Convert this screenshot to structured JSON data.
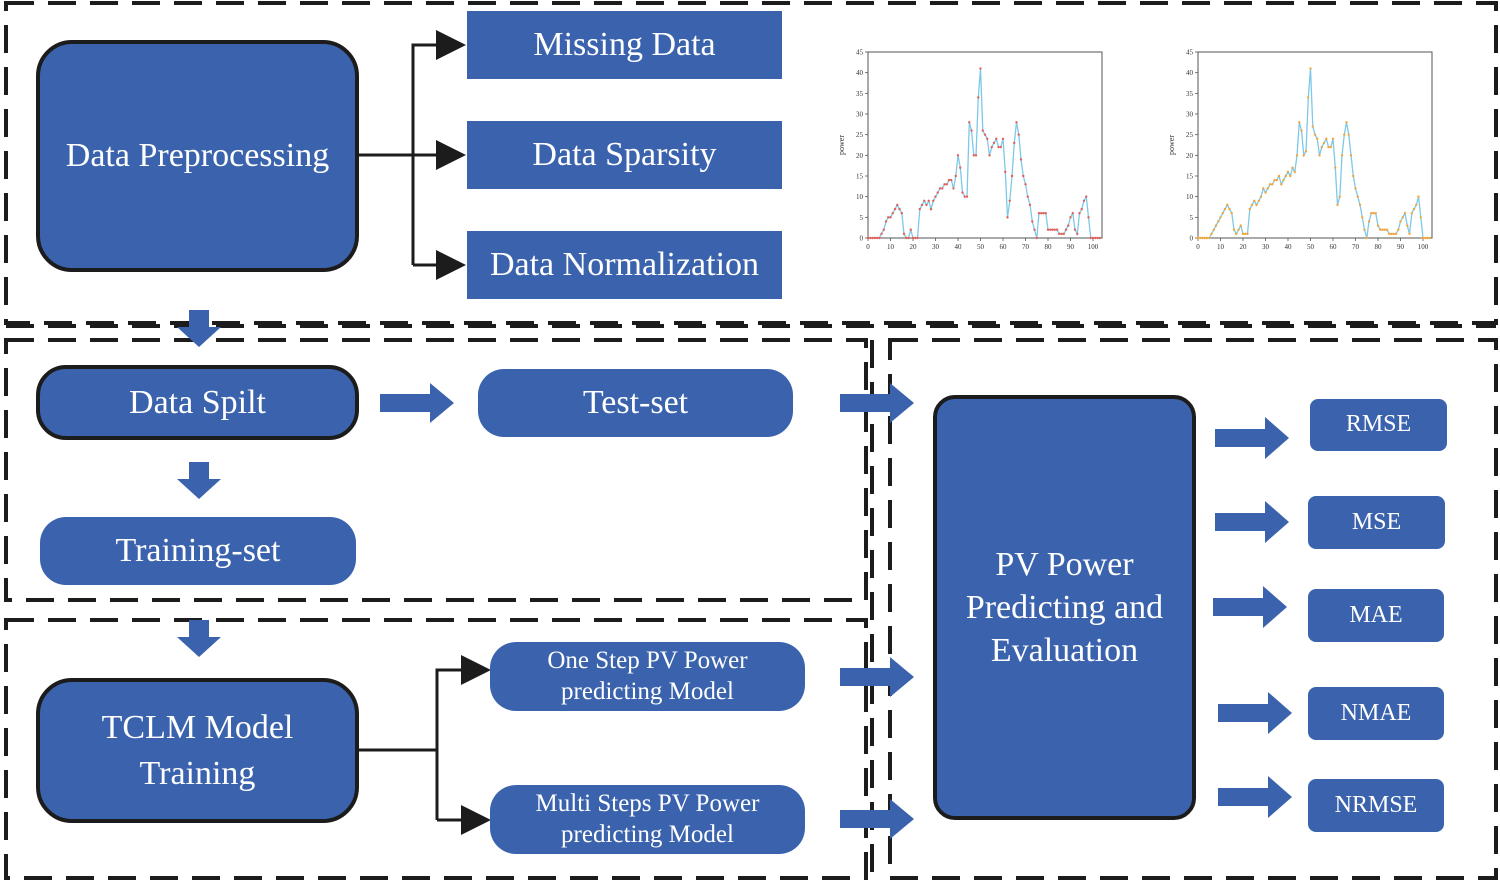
{
  "colors": {
    "box_fill": "#3b63ad",
    "outline": "#1c1c1c",
    "line_blue": "#7ec8e8",
    "marker_red": "#e0605a",
    "marker_orange": "#f2a53a"
  },
  "preprocessing": {
    "main_label": "Data Preprocessing",
    "steps": [
      "Missing Data",
      "Data Sparsity",
      "Data Normalization"
    ]
  },
  "split": {
    "label": "Data Spilt",
    "test": "Test-set",
    "train": "Training-set"
  },
  "training": {
    "label_line1": "TCLM Model",
    "label_line2": "Training",
    "models": [
      {
        "line1": "One Step PV Power",
        "line2": "predicting Model"
      },
      {
        "line1": "Multi Steps PV Power",
        "line2": "predicting Model"
      }
    ]
  },
  "evaluation": {
    "line1": "PV Power",
    "line2": "Predicting and",
    "line3": "Evaluation",
    "metrics": [
      "RMSE",
      "MSE",
      "MAE",
      "NMAE",
      "NRMSE"
    ]
  },
  "chart_data": [
    {
      "type": "line",
      "ylabel": "power",
      "xlim": [
        0,
        104
      ],
      "ylim": [
        0,
        45
      ],
      "xticks": [
        "0",
        "10",
        "20",
        "30",
        "40",
        "50",
        "60",
        "70",
        "80",
        "90",
        "100"
      ],
      "yticks": [
        "0",
        "5",
        "10",
        "15",
        "20",
        "25",
        "30",
        "35",
        "40",
        "45"
      ],
      "marker_color": "red",
      "x": [
        0,
        1,
        2,
        3,
        4,
        5,
        6,
        7,
        8,
        9,
        10,
        11,
        12,
        13,
        14,
        15,
        16,
        17,
        18,
        19,
        20,
        21,
        22,
        23,
        24,
        25,
        26,
        27,
        28,
        29,
        30,
        31,
        32,
        33,
        34,
        35,
        36,
        37,
        38,
        39,
        40,
        41,
        42,
        43,
        44,
        45,
        46,
        47,
        48,
        49,
        50,
        51,
        52,
        53,
        54,
        55,
        56,
        57,
        58,
        59,
        60,
        61,
        62,
        63,
        64,
        65,
        66,
        67,
        68,
        69,
        70,
        71,
        72,
        73,
        74,
        75,
        76,
        77,
        78,
        79,
        80,
        81,
        82,
        83,
        84,
        85,
        86,
        87,
        88,
        89,
        90,
        91,
        92,
        93,
        94,
        95,
        96,
        97,
        98,
        99,
        100,
        101,
        102,
        103
      ],
      "values": [
        0,
        0,
        0,
        0,
        0,
        0,
        1,
        2,
        4,
        5,
        5,
        6,
        7,
        8,
        7,
        6,
        1,
        0,
        0,
        2,
        0,
        0,
        0,
        7,
        8,
        9,
        8,
        9,
        7,
        9,
        10,
        11,
        12,
        12,
        13,
        13,
        14,
        14,
        12,
        15,
        20,
        17,
        11,
        10,
        10,
        28,
        26,
        20,
        20,
        34,
        41,
        26,
        25,
        24,
        20,
        22,
        23,
        24,
        22,
        22,
        24,
        16,
        5,
        9,
        15,
        23,
        28,
        25,
        19,
        15,
        13,
        10,
        8,
        4,
        2,
        0,
        6,
        6,
        6,
        6,
        2,
        2,
        2,
        2,
        2,
        1,
        1,
        1,
        2,
        3,
        5,
        6,
        2,
        1,
        6,
        7,
        9,
        10,
        5,
        0,
        0,
        0,
        0,
        0
      ]
    },
    {
      "type": "line",
      "ylabel": "power",
      "xlim": [
        0,
        104
      ],
      "ylim": [
        0,
        45
      ],
      "xticks": [
        "0",
        "10",
        "20",
        "30",
        "40",
        "50",
        "60",
        "70",
        "80",
        "90",
        "100"
      ],
      "yticks": [
        "0",
        "5",
        "10",
        "15",
        "20",
        "25",
        "30",
        "35",
        "40",
        "45"
      ],
      "marker_color": "orange",
      "x": [
        0,
        1,
        2,
        3,
        4,
        5,
        6,
        7,
        8,
        9,
        10,
        11,
        12,
        13,
        14,
        15,
        16,
        17,
        18,
        19,
        20,
        21,
        22,
        23,
        24,
        25,
        26,
        27,
        28,
        29,
        30,
        31,
        32,
        33,
        34,
        35,
        36,
        37,
        38,
        39,
        40,
        41,
        42,
        43,
        44,
        45,
        46,
        47,
        48,
        49,
        50,
        51,
        52,
        53,
        54,
        55,
        56,
        57,
        58,
        59,
        60,
        61,
        62,
        63,
        64,
        65,
        66,
        67,
        68,
        69,
        70,
        71,
        72,
        73,
        74,
        75,
        76,
        77,
        78,
        79,
        80,
        81,
        82,
        83,
        84,
        85,
        86,
        87,
        88,
        89,
        90,
        91,
        92,
        93,
        94,
        95,
        96,
        97,
        98,
        99,
        100,
        101,
        102,
        103
      ],
      "values": [
        0,
        0,
        0,
        0,
        0,
        0,
        1,
        2,
        3,
        4,
        5,
        6,
        7,
        8,
        7,
        6,
        2,
        1,
        2,
        3,
        1,
        1,
        1,
        7,
        8,
        9,
        8,
        9,
        10,
        12,
        11,
        12,
        13,
        13,
        14,
        14,
        15,
        13,
        14,
        15,
        16,
        15,
        17,
        16,
        20,
        28,
        26,
        20,
        21,
        34,
        41,
        27,
        25,
        24,
        20,
        22,
        23,
        24,
        22,
        22,
        24,
        17,
        8,
        10,
        20,
        25,
        28,
        25,
        20,
        15,
        12,
        10,
        8,
        5,
        2,
        0,
        4,
        6,
        6,
        6,
        3,
        2,
        2,
        2,
        2,
        1,
        1,
        1,
        1,
        2,
        4,
        5,
        6,
        3,
        1,
        6,
        7,
        8,
        10,
        5,
        0,
        0,
        0,
        0
      ]
    }
  ]
}
